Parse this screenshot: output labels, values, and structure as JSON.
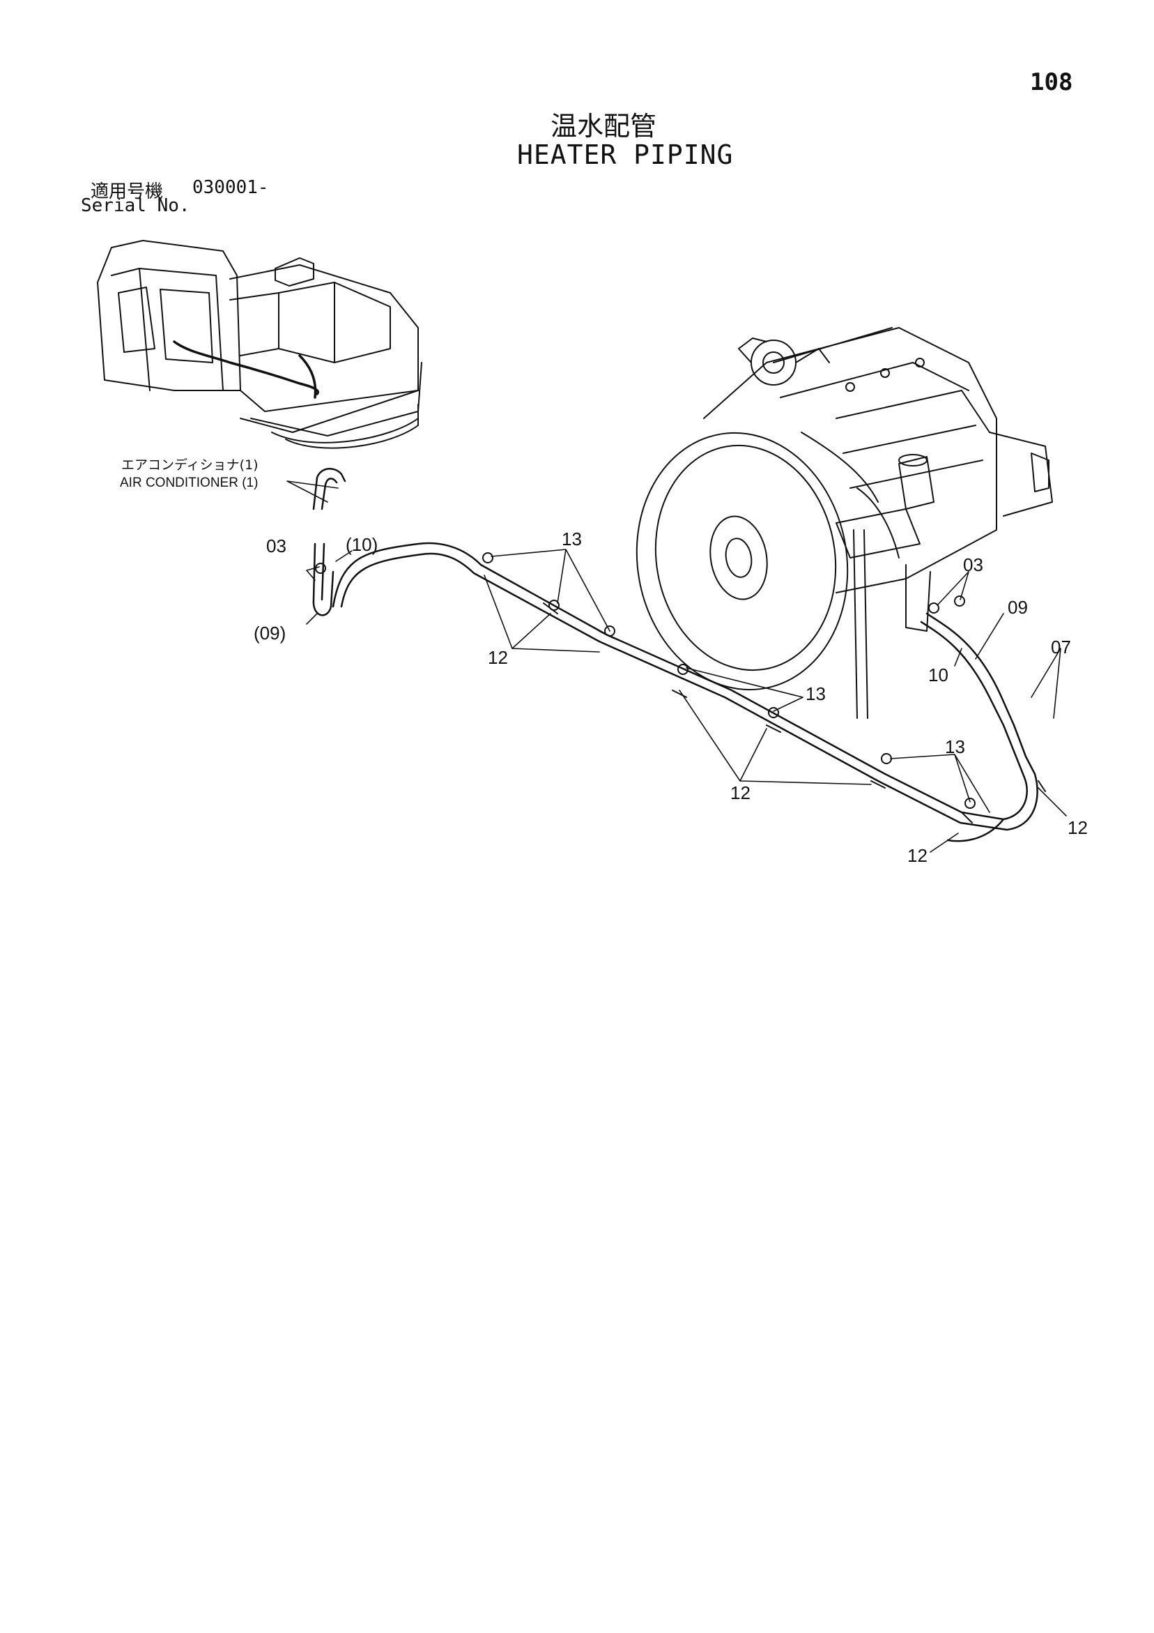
{
  "page_number": "108",
  "title_jp": "温水配管",
  "title_en": "HEATER PIPING",
  "serial": {
    "label_jp": "適用号機",
    "value": "030001-",
    "label_en": "Serial No."
  },
  "air_conditioner": {
    "label_jp": "エアコンディショナ(1)",
    "label_en": "AIR CONDITIONER (1)"
  },
  "callouts": [
    {
      "id": "c03a",
      "text": "03"
    },
    {
      "id": "c10a",
      "text": "(10)"
    },
    {
      "id": "c09a",
      "text": "(09)"
    },
    {
      "id": "c13a",
      "text": "13"
    },
    {
      "id": "c12a",
      "text": "12"
    },
    {
      "id": "c13b",
      "text": "13"
    },
    {
      "id": "c12b",
      "text": "12"
    },
    {
      "id": "c13c",
      "text": "13"
    },
    {
      "id": "c03b",
      "text": "03"
    },
    {
      "id": "c09b",
      "text": "09"
    },
    {
      "id": "c10b",
      "text": "10"
    },
    {
      "id": "c07",
      "text": "07"
    },
    {
      "id": "c12c",
      "text": "12"
    },
    {
      "id": "c12d",
      "text": "12"
    }
  ]
}
